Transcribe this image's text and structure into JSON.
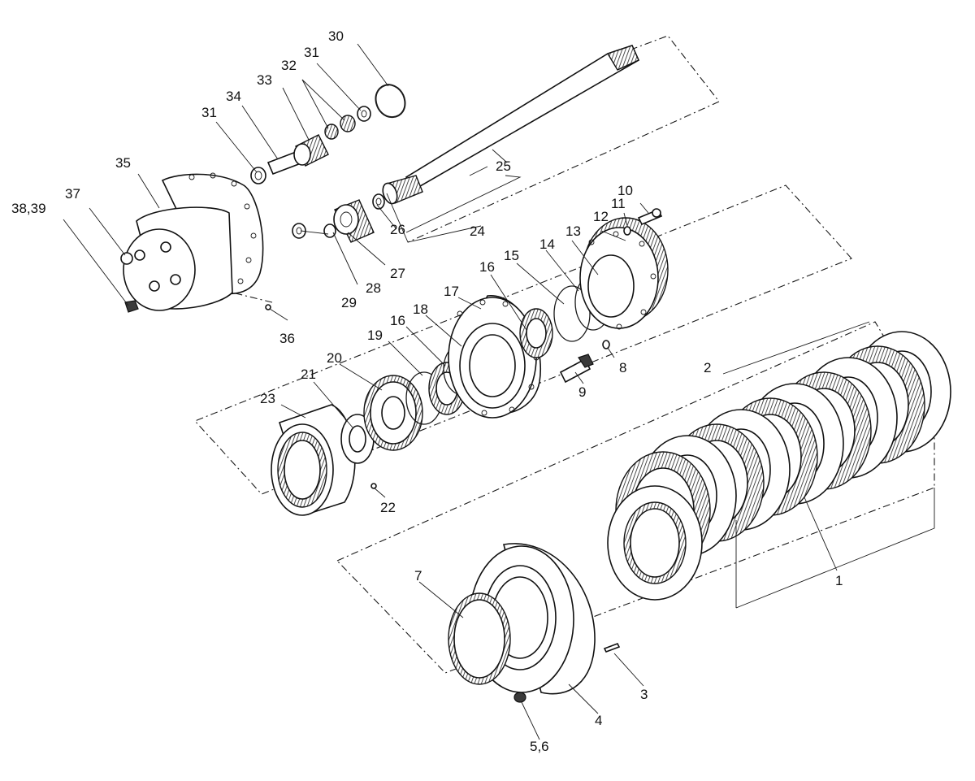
{
  "callouts": [
    {
      "id": "c1",
      "text": "1"
    },
    {
      "id": "c2",
      "text": "2"
    },
    {
      "id": "c3",
      "text": "3"
    },
    {
      "id": "c4",
      "text": "4"
    },
    {
      "id": "c56",
      "text": "5,6"
    },
    {
      "id": "c7",
      "text": "7"
    },
    {
      "id": "c8",
      "text": "8"
    },
    {
      "id": "c9",
      "text": "9"
    },
    {
      "id": "c10",
      "text": "10"
    },
    {
      "id": "c11",
      "text": "11"
    },
    {
      "id": "c12",
      "text": "12"
    },
    {
      "id": "c13",
      "text": "13"
    },
    {
      "id": "c14",
      "text": "14"
    },
    {
      "id": "c15",
      "text": "15"
    },
    {
      "id": "c16a",
      "text": "16"
    },
    {
      "id": "c16b",
      "text": "16"
    },
    {
      "id": "c17",
      "text": "17"
    },
    {
      "id": "c18",
      "text": "18"
    },
    {
      "id": "c19",
      "text": "19"
    },
    {
      "id": "c20",
      "text": "20"
    },
    {
      "id": "c21",
      "text": "21"
    },
    {
      "id": "c22",
      "text": "22"
    },
    {
      "id": "c23",
      "text": "23"
    },
    {
      "id": "c24",
      "text": "24"
    },
    {
      "id": "c25",
      "text": "25"
    },
    {
      "id": "c26",
      "text": "26"
    },
    {
      "id": "c27",
      "text": "27"
    },
    {
      "id": "c28",
      "text": "28"
    },
    {
      "id": "c29",
      "text": "29"
    },
    {
      "id": "c30",
      "text": "30"
    },
    {
      "id": "c31a",
      "text": "31"
    },
    {
      "id": "c31b",
      "text": "31"
    },
    {
      "id": "c32",
      "text": "32"
    },
    {
      "id": "c33",
      "text": "33"
    },
    {
      "id": "c34",
      "text": "34"
    },
    {
      "id": "c35",
      "text": "35"
    },
    {
      "id": "c36",
      "text": "36"
    },
    {
      "id": "c37",
      "text": "37"
    },
    {
      "id": "c3839",
      "text": "38,39"
    }
  ]
}
